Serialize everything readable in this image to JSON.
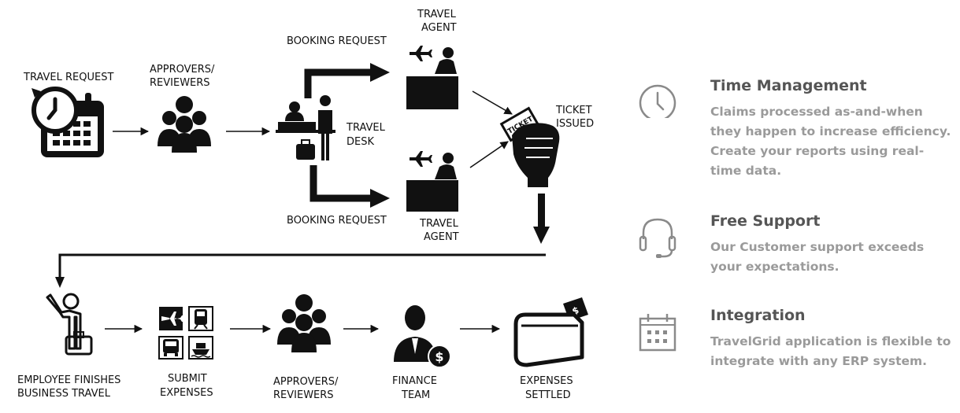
{
  "diagram": {
    "labels": {
      "travel_request": "TRAVEL REQUEST",
      "approvers_top_1": "APPROVERS/",
      "approvers_top_2": "REVIEWERS",
      "booking_request_top": "BOOKING REQUEST",
      "travel_agent_top_1": "TRAVEL",
      "travel_agent_top_2": "AGENT",
      "travel_desk_1": "TRAVEL",
      "travel_desk_2": "DESK",
      "ticket_issued_1": "TICKET",
      "ticket_issued_2": "ISSUED",
      "ticket_word": "TICKET",
      "booking_request_bottom": "BOOKING REQUEST",
      "travel_agent_bottom_1": "TRAVEL",
      "travel_agent_bottom_2": "AGENT",
      "employee_1": "EMPLOYEE FINISHES",
      "employee_2": "BUSINESS  TRAVEL",
      "submit_1": "SUBMIT",
      "submit_2": "EXPENSES",
      "approvers_bottom_1": "APPROVERS/",
      "approvers_bottom_2": "REVIEWERS",
      "finance_1": "FINANCE",
      "finance_2": "TEAM",
      "settled_1": "EXPENSES",
      "settled_2": "SETTLED"
    }
  },
  "features": [
    {
      "icon": "clock-icon",
      "title": "Time Management",
      "description": "Claims processed as-and-when they happen to increase efficiency. Create your reports using real-time data."
    },
    {
      "icon": "headset-icon",
      "title": "Free Support",
      "description": "Our Customer support exceeds your expectations."
    },
    {
      "icon": "calendar-icon",
      "title": "Integration",
      "description": "TravelGrid application is flexible to integrate with any ERP system."
    }
  ],
  "colors": {
    "feature_title": "#555555",
    "feature_text": "#9a9a9a",
    "feature_icon": "#8a8a8a",
    "diagram_ink": "#111111"
  }
}
